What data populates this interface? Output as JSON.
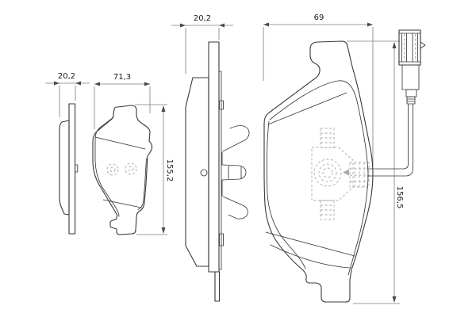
{
  "drawing_type": "brake-pad-dimension-drawing",
  "colors": {
    "background": "#ffffff",
    "outline": "#383838",
    "dimension_lines": "#7d7d7d",
    "hidden_lines": "#a8a8a8",
    "text": "#1a1a1a"
  },
  "views": {
    "small_pad_side": {
      "thickness_label": "20,2"
    },
    "small_pad_front": {
      "width_label": "71,3",
      "height_label": "155,2"
    },
    "large_pad_side": {
      "thickness_label": "20,2"
    },
    "large_pad_front": {
      "width_label": "69",
      "height_label": "156,5"
    }
  }
}
